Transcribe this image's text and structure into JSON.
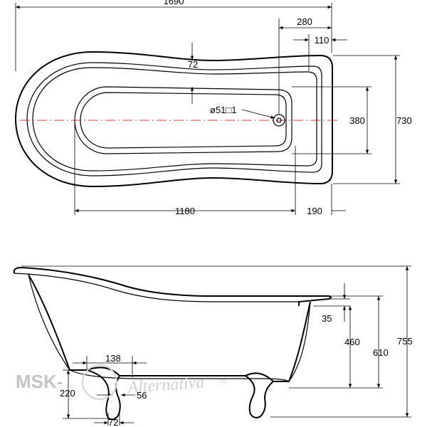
{
  "top_view": {
    "dims": {
      "overall_length": "1690",
      "drain_offset": "280",
      "rim_end": "110",
      "rim_width": "72",
      "drain_label": "ø51□1",
      "inner_width": "380",
      "overall_width": "730",
      "inner_length": "1180",
      "end_offset": "190"
    }
  },
  "side_view": {
    "dims": {
      "rim_thickness": "35",
      "inner_depth": "460",
      "height_no_feet": "610",
      "overall_height": "755",
      "foot_spacing": "138",
      "foot_height": "220",
      "foot_width": "56",
      "foot_base": "72"
    }
  },
  "watermark": {
    "brand": "MSK-",
    "script": "Alternativa",
    "suffix": ".ru"
  }
}
